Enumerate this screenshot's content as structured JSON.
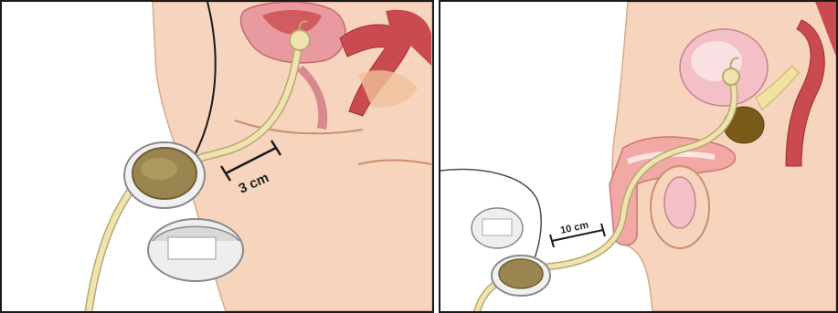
{
  "panels": [
    {
      "id": "left",
      "measurement_label": "3 cm"
    },
    {
      "id": "right",
      "measurement_label": "10 cm"
    }
  ],
  "colors": {
    "skin": "#f6d4bd",
    "skin_shadow": "#ecbea2",
    "organ_red": "#c94a4f",
    "organ_pink": "#e99aa0",
    "catheter": "#efe3b0",
    "catheter_stroke": "#b8a872",
    "valve_fill": "#9a8550",
    "holder_gray": "#d9d9d9"
  }
}
